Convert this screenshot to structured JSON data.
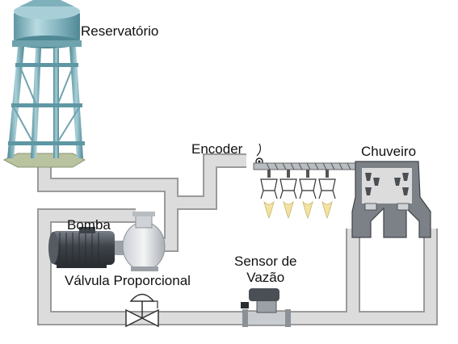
{
  "labels": {
    "reservatorio": "Reservatório",
    "encoder": "Encoder",
    "chuveiro": "Chuveiro",
    "bomba": "Bomba",
    "valvula": "Válvula Proporcional",
    "sensor_line1": "Sensor de",
    "sensor_line2": "Vazão"
  },
  "colors": {
    "pipe_fill": "#dcdcdc",
    "pipe_edge": "#9a9a9a",
    "tank_water": "#8fbcc6",
    "tower_frame": "#6fa3ae",
    "machine_dark": "#4a4f55",
    "spray": "#f3e3a2"
  }
}
